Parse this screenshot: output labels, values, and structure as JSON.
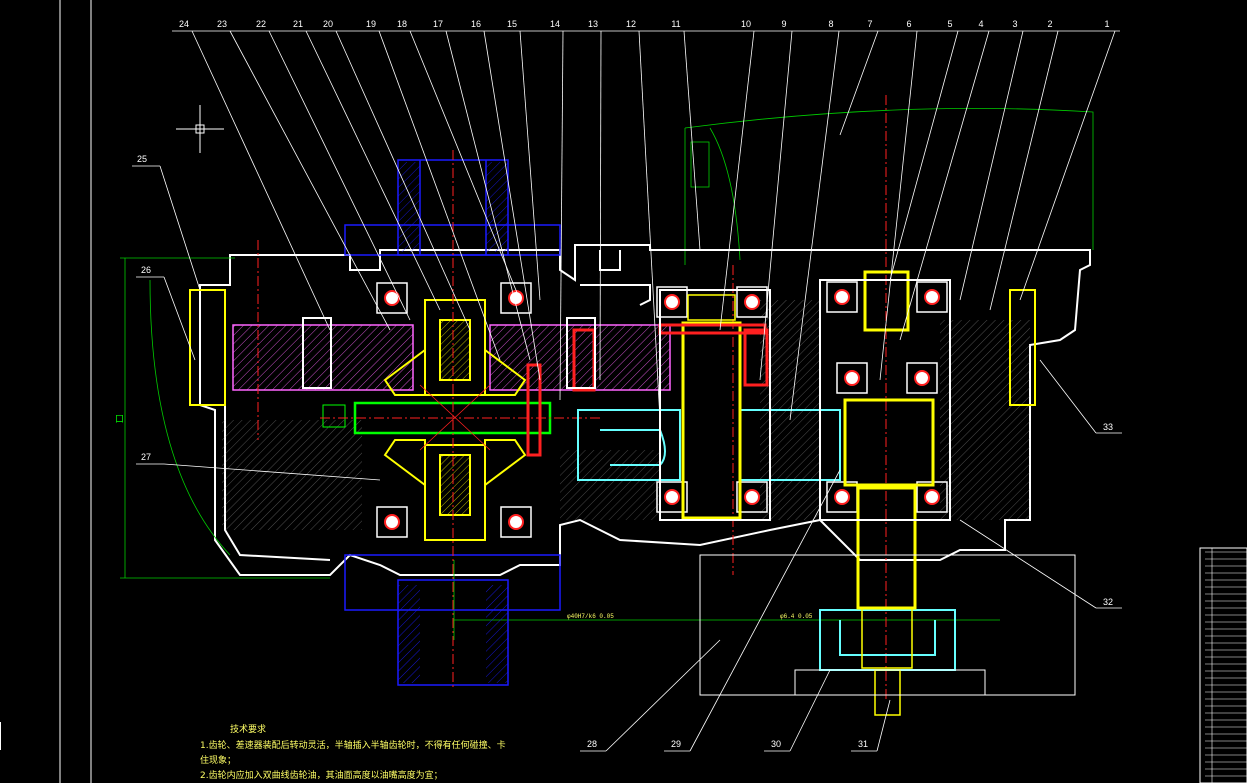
{
  "viewport": {
    "background": "#000000"
  },
  "part_labels": {
    "top": [
      "24",
      "23",
      "22",
      "21",
      "20",
      "19",
      "18",
      "17",
      "16",
      "15",
      "14",
      "13",
      "12",
      "11",
      "10",
      "9",
      "8",
      "7",
      "6",
      "5",
      "4",
      "3",
      "2",
      "1"
    ],
    "left": [
      "25",
      "26",
      "27"
    ],
    "right": [
      "33",
      "32"
    ],
    "bottom": [
      "28",
      "29",
      "30",
      "31"
    ]
  },
  "tech_notes": {
    "title": "技术要求",
    "line1": "1.齿轮、差速器装配后转动灵活，半轴插入半轴齿轮时，不得有任何碰撞、卡",
    "line1b": "住现象；",
    "line2": "2.齿轮内应加入双曲线齿轮油，其油面高度以油嘴高度为宜；"
  },
  "dimension_text": {
    "d1": "φ40H7/k6 0.05",
    "d2": "φ6.4 0.05",
    "small_box": "口"
  },
  "colors": {
    "white": "#ffffff",
    "blue": "#1a1aff",
    "yellow": "#ffff00",
    "green": "#00ff00",
    "magenta": "#ff66ff",
    "cyan": "#66ffff",
    "red": "#ff2020",
    "darkgreen": "#00cc00"
  }
}
